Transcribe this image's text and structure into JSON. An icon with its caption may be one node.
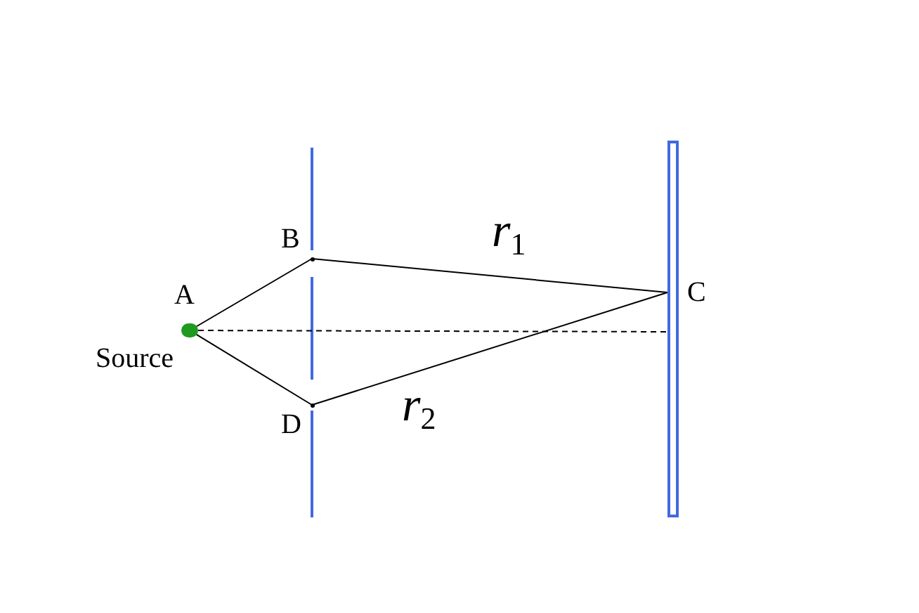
{
  "diagram": {
    "nodes": [
      {
        "text": [],
        "shape": "circle",
        "beside": [
          "A",
          "Source"
        ]
      },
      {
        "text": [],
        "shape": "point",
        "beside": [
          "B"
        ]
      },
      {
        "text": [],
        "shape": "point",
        "beside": [
          "D"
        ]
      },
      {
        "text": [],
        "shape": "bar",
        "beside": [
          "C"
        ]
      }
    ],
    "edges": [
      {
        "from": 0,
        "to": 1,
        "arrow": "none"
      },
      {
        "from": 1,
        "to": 3,
        "arrow": "none",
        "label": "*r*$_{1}$"
      },
      {
        "from": 0,
        "to": 2,
        "arrow": "none"
      },
      {
        "from": 2,
        "to": 3,
        "arrow": "none",
        "label": "*r*$_{2}$"
      },
      {
        "from": 0,
        "to": 3,
        "arrow": "none",
        "style": "dashed"
      }
    ]
  }
}
